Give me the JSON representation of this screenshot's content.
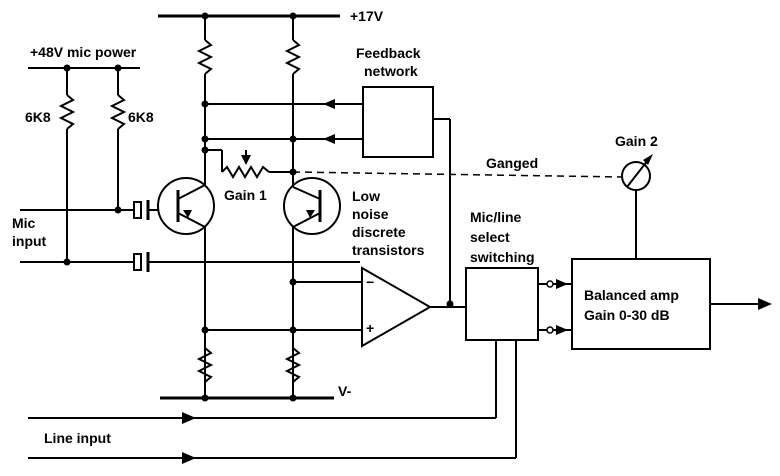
{
  "labels": {
    "supply_pos": "+17V",
    "mic_power": "+48V mic power",
    "resistor_left": "6K8",
    "resistor_right": "6K8",
    "feedback_line1": "Feedback",
    "feedback_line2": "network",
    "ganged": "Ganged",
    "gain2": "Gain 2",
    "gain1": "Gain 1",
    "low_noise_1": "Low",
    "low_noise_2": "noise",
    "low_noise_3": "discrete",
    "low_noise_4": "transistors",
    "mic_input_1": "Mic",
    "mic_input_2": "input",
    "micline_1": "Mic/line",
    "micline_2": "select",
    "micline_3": "switching",
    "balanced_1": "Balanced amp",
    "balanced_2": "Gain  0-30 dB",
    "opamp_minus": "−",
    "opamp_plus": "+",
    "supply_neg": "V-",
    "line_input": "Line input"
  }
}
